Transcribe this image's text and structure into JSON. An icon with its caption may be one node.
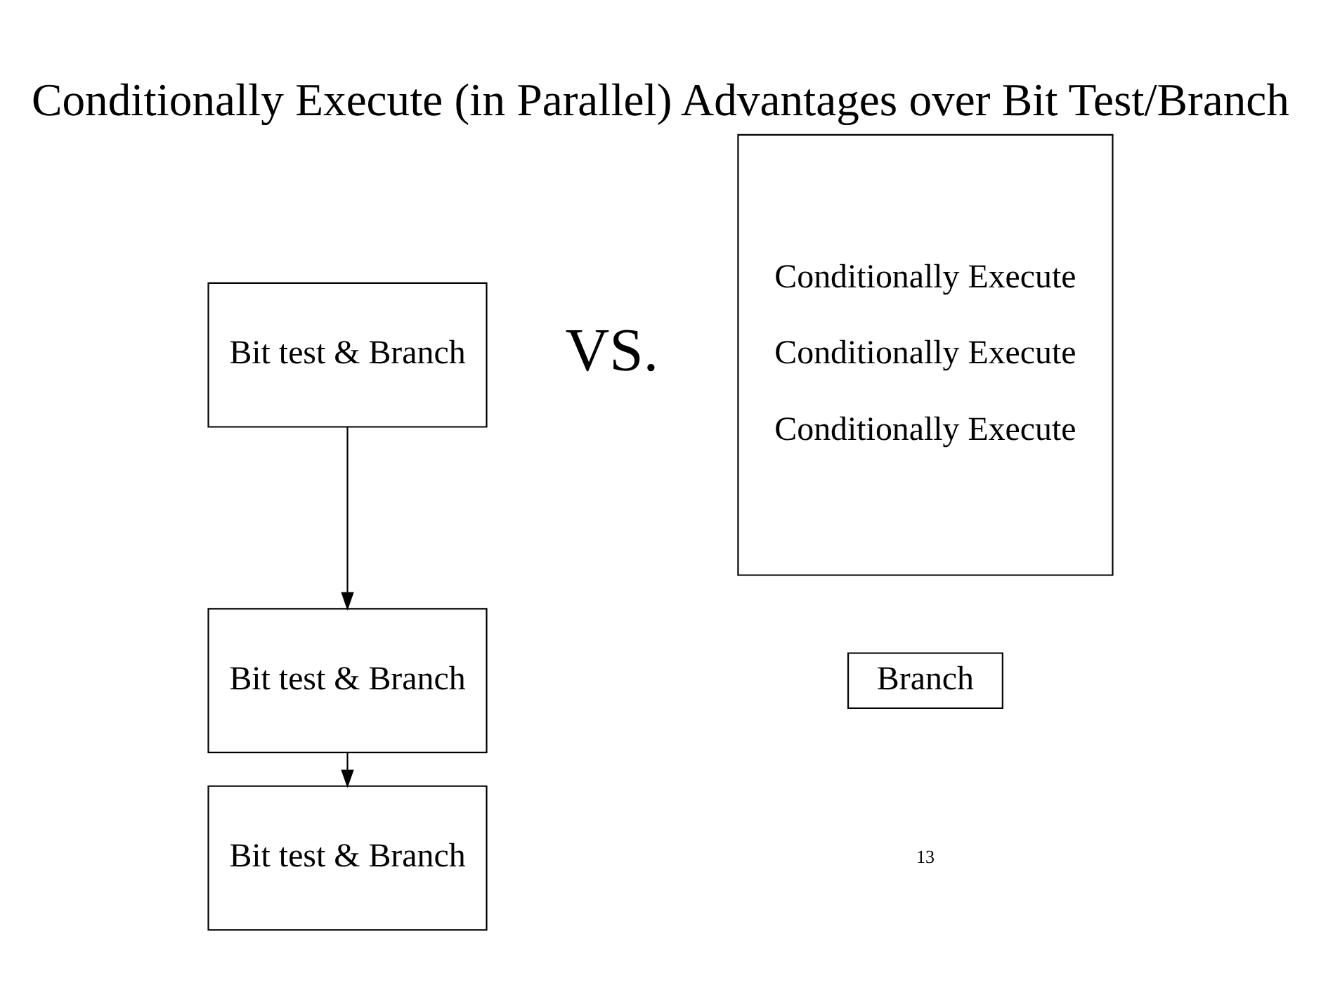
{
  "diagram": {
    "title": "Conditionally Execute (in Parallel) Advantages over Bit Test/Branch",
    "nodes": [
      {
        "text": [
          "Bit test & Branch"
        ]
      },
      {
        "text": [
          "Bit test & Branch"
        ]
      },
      {
        "text": [
          "Bit test & Branch"
        ]
      },
      {
        "text": [
          "Conditionally Execute",
          "Conditionally Execute",
          "Conditionally Execute"
        ]
      },
      {
        "text": [
          "Branch"
        ]
      }
    ],
    "edges": [
      {
        "from": 0,
        "to": 1,
        "arrow": "to"
      },
      {
        "from": 1,
        "to": 2,
        "arrow": "to"
      }
    ],
    "labels": [
      "VS.",
      "13"
    ]
  }
}
